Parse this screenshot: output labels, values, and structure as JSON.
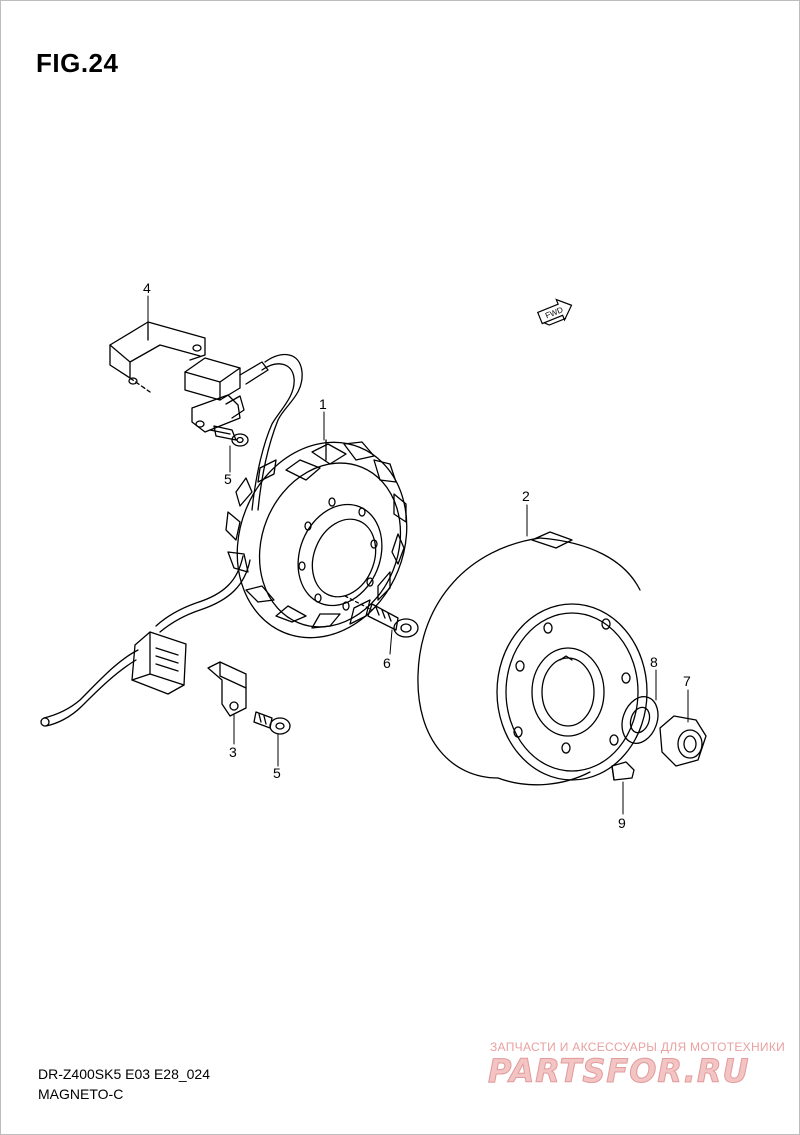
{
  "figure": {
    "title": "FIG.24"
  },
  "callouts": {
    "c1": "1",
    "c2": "2",
    "c3": "3",
    "c4": "4",
    "c5a": "5",
    "c5b": "5",
    "c6": "6",
    "c7": "7",
    "c8": "8",
    "c9": "9"
  },
  "direction_arrow": {
    "label": "FWD",
    "icon": "forward-arrow-icon"
  },
  "footer": {
    "model_code": "DR-Z400SK5 E03 E28_024",
    "section_name": "MAGNETO-C"
  },
  "watermark": {
    "tagline": "ЗАПЧАСТИ И АКСЕССУАРЫ ДЛЯ МОТОТЕХНИКИ",
    "logo_text": "PARTSFOR.RU",
    "color": "#e9a0a0"
  }
}
